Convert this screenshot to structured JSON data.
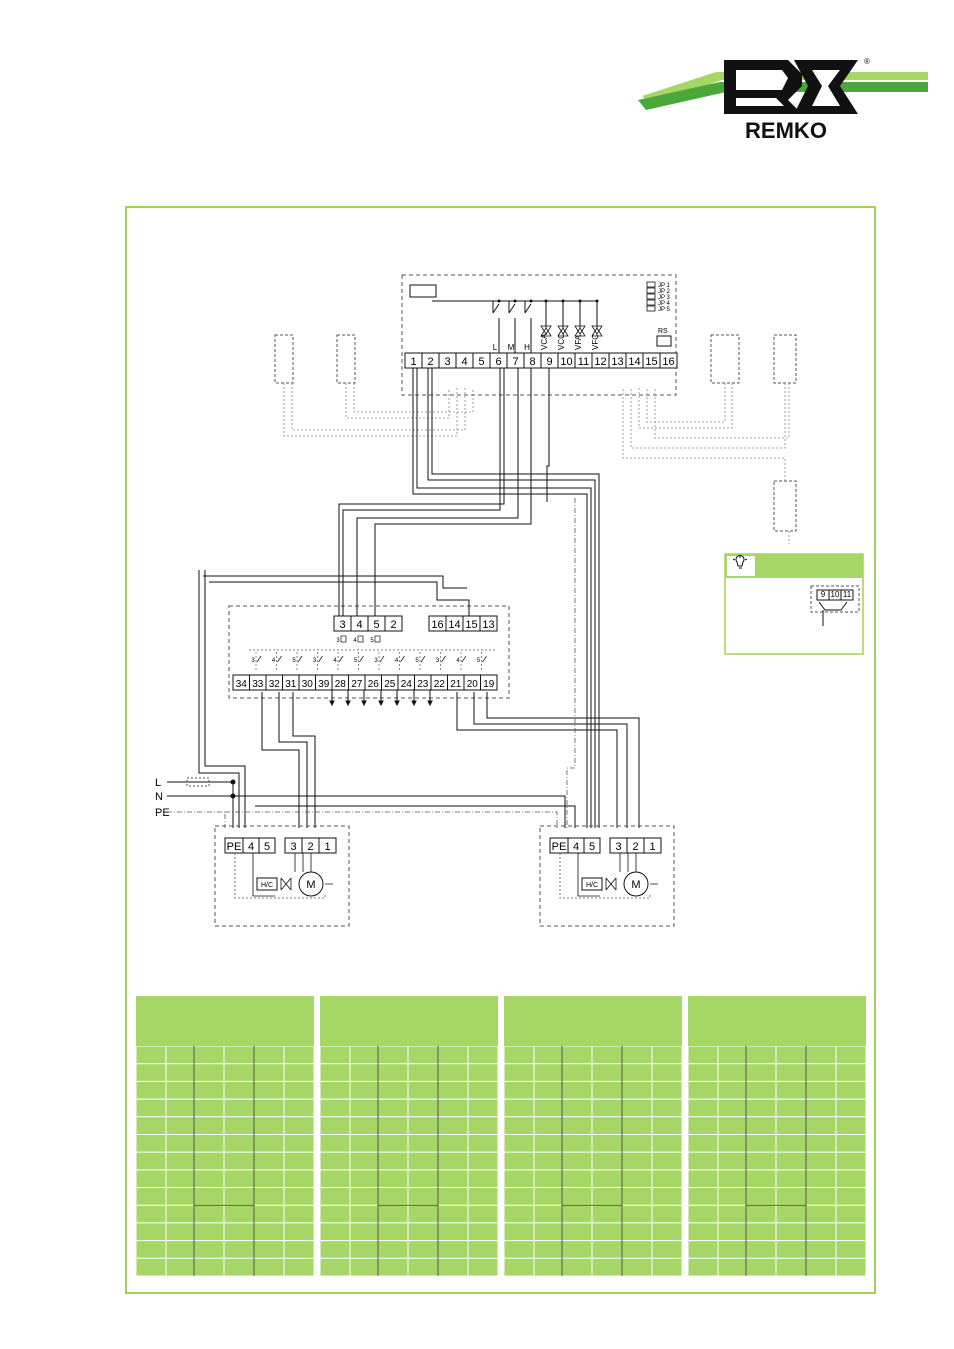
{
  "brand": {
    "name": "REMKO",
    "registered_mark": "®",
    "colors": {
      "green_light": "#a6d665",
      "green_dark": "#4aa83a",
      "frame": "#a6cf5a",
      "ink": "#111111"
    }
  },
  "diagram": {
    "controller": {
      "terminals": [
        "1",
        "2",
        "3",
        "4",
        "5",
        "6",
        "7",
        "8",
        "9",
        "10",
        "11",
        "12",
        "13",
        "14",
        "15",
        "16"
      ],
      "speed_labels": [
        "L",
        "M",
        "H"
      ],
      "valve_labels": [
        "VCA",
        "VCC",
        "VFA",
        "VFC"
      ],
      "jumpers": [
        "JP 1",
        "JP 2",
        "JP 3",
        "JP 4",
        "JP 5"
      ],
      "rs_label": "RS"
    },
    "relay_board": {
      "top_terminals": [
        "3",
        "4",
        "5",
        "2"
      ],
      "top_right_terminals": [
        "16",
        "14",
        "15",
        "13"
      ],
      "coil_labels": [
        "3",
        "4",
        "5"
      ],
      "contact_labels": [
        "3",
        "4",
        "5",
        "3",
        "4",
        "5",
        "3",
        "4",
        "5",
        "3",
        "4",
        "5"
      ],
      "bottom_terminals": [
        "34",
        "33",
        "32",
        "31",
        "30",
        "39",
        "28",
        "27",
        "26",
        "25",
        "24",
        "23",
        "22",
        "21",
        "20",
        "19"
      ]
    },
    "power_labels": [
      "L",
      "N",
      "PE"
    ],
    "unit": {
      "terminals_left": [
        "PE",
        "4",
        "5"
      ],
      "terminals_right": [
        "3",
        "2",
        "1"
      ],
      "valve_label": "H/C",
      "motor_label": "M"
    },
    "hint": {
      "icon": "lightbulb-icon",
      "terminals": [
        "9",
        "10",
        "11"
      ]
    }
  },
  "tables": {
    "count": 4,
    "rows": 13,
    "cols": 6
  }
}
